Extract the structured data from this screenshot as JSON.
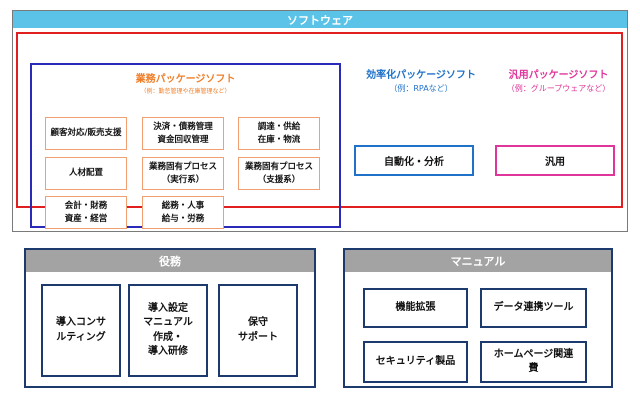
{
  "software": {
    "header": "ソフトウェア",
    "business": {
      "title": "業務パッケージソフト",
      "subtitle": "（例：勤怠管理や在庫管理など）",
      "items": [
        "顧客対応/販売支援",
        "決済・債務管理\n資金回収管理",
        "調達・供給\n在庫・物流",
        "人材配置",
        "業務固有プロセス\n（実行系）",
        "業務固有プロセス\n（支援系）",
        "会計・財務\n資産・経営",
        "総務・人事\n給与・労務"
      ]
    },
    "efficiency": {
      "title": "効率化パッケージソフト",
      "subtitle": "（例：RPAなど）",
      "box": "自動化・分析"
    },
    "general": {
      "title": "汎用パッケージソフト",
      "subtitle": "（例：グループウェアなど）",
      "box": "汎用"
    }
  },
  "service": {
    "header": "役務",
    "items": [
      "導入コンサ\nルティング",
      "導入設定\nマニュアル\n作成・\n導入研修",
      "保守\nサポート"
    ]
  },
  "manual": {
    "header": "マニュアル",
    "items": [
      "機能拡張",
      "データ連携ツール",
      "セキュリティ製品",
      "ホームページ関連\n費"
    ]
  },
  "colors": {
    "header_bar": "#5bc3e8",
    "outer_frame": "#e02020",
    "business_frame": "#2a2ab8",
    "business_accent": "#ef7e2a",
    "efficiency_accent": "#1f72c8",
    "general_accent": "#e0359a",
    "lower_border": "#1c3a6e",
    "lower_header": "#a3a3a3"
  }
}
